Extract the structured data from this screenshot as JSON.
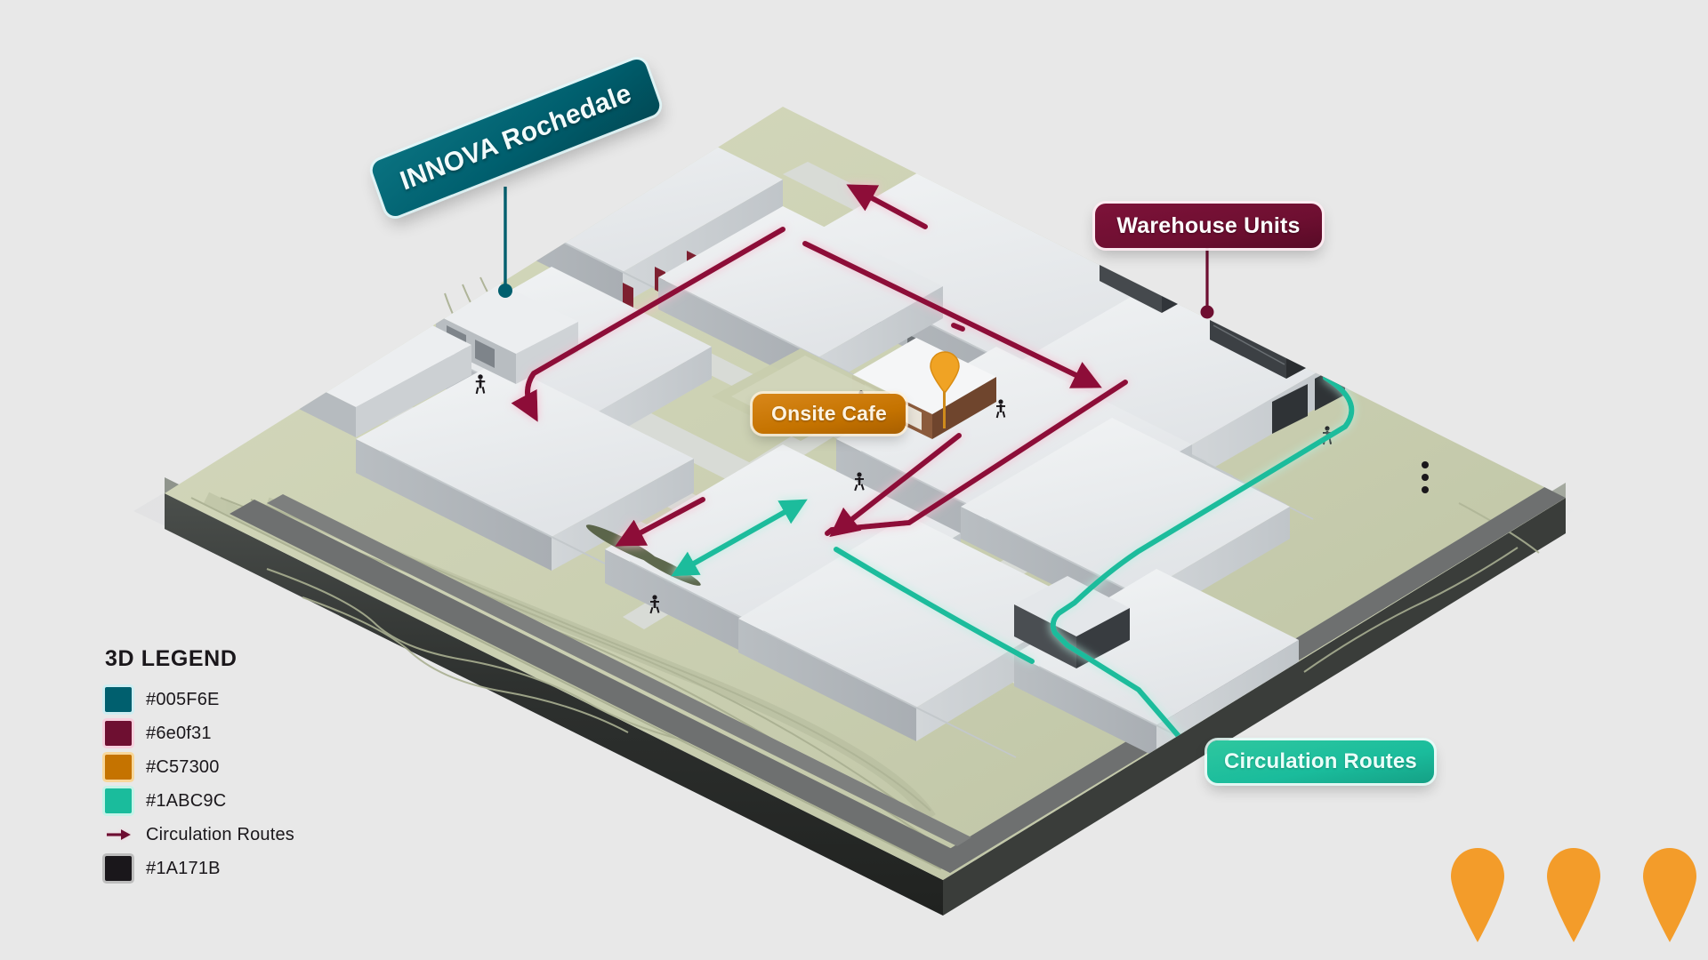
{
  "page": {
    "background_color": "#e8e8e8",
    "title": "INNOVA Rochedale 3D Site Plan"
  },
  "callouts": [
    {
      "id": "innova",
      "label": "INNOVA Rochedale",
      "color": "#005F6E",
      "has_leader": true,
      "leader": "pin-drop"
    },
    {
      "id": "warehouse",
      "label": "Warehouse Units",
      "color": "#6e0f31",
      "has_leader": true,
      "leader": "vertical-dot"
    },
    {
      "id": "cafe",
      "label": "Onsite Cafe",
      "color": "#C57300",
      "has_leader": false,
      "leader": "none"
    },
    {
      "id": "circulation",
      "label": "Circulation Routes",
      "color": "#1ABC9C",
      "has_leader": true,
      "leader": "diagonal"
    }
  ],
  "legend": {
    "title": "3D LEGEND",
    "items": [
      {
        "type": "swatch",
        "color": "#005F6E",
        "label": "#005F6E",
        "glow": "#cfeef2"
      },
      {
        "type": "swatch",
        "color": "#6e0f31",
        "label": "#6e0f31",
        "glow": "#f6cfdd"
      },
      {
        "type": "swatch",
        "color": "#C57300",
        "label": "#C57300",
        "glow": "#f8d79a"
      },
      {
        "type": "swatch",
        "color": "#1ABC9C",
        "label": "#1ABC9C",
        "glow": "#c5f3e8"
      },
      {
        "type": "arrow",
        "color": "#6e0f31",
        "label": "Circulation Routes",
        "glow": "#f6cfdd"
      },
      {
        "type": "swatch",
        "color": "#1A171B",
        "label": "#1A171B",
        "glow": "#bdbdbd"
      }
    ]
  },
  "pins": {
    "icon": "map-pin-icon",
    "color": "#F39C2A",
    "count": 3
  },
  "model": {
    "name": "isometric-3d-site-model",
    "terrain_color": "#ccd0b4",
    "terrain_shadow": "#a9ae92",
    "base_edge_color": "#2b2b2b",
    "road_color": "#6e7070",
    "building_roof": "#e9ebed",
    "building_side": "#c2c7ca",
    "routes": [
      {
        "name": "maroon-circulation-route",
        "color": "#8d1038",
        "glow": "#f3c6d5"
      },
      {
        "name": "teal-circulation-route",
        "color": "#1abc9c",
        "glow": "#bdf1e4"
      }
    ],
    "figures": {
      "name": "pedestrian-figures",
      "color": "#1a171b",
      "count": 6
    }
  }
}
